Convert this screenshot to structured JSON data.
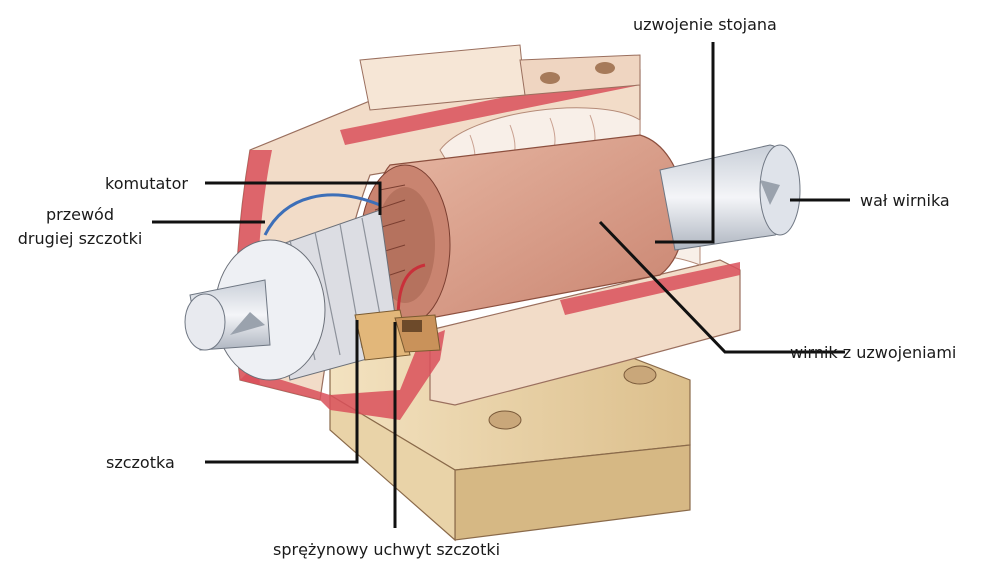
{
  "labels": {
    "stator_winding": "uzwojenie stojana",
    "commutator": "komutator",
    "second_brush_wire_line1": "przewód",
    "second_brush_wire_line2": "drugiej szczotki",
    "rotor_shaft": "wał wirnika",
    "rotor_with_windings": "wirnik z uzwojeniami",
    "brush": "szczotka",
    "spring_brush_holder": "sprężynowy uchwyt szczotki"
  },
  "colors": {
    "housing_red": "#d9505a",
    "housing_cream": "#f2dcc8",
    "rotor_copper": "#d08a74",
    "commutator_grey": "#dcdde3",
    "wire_blue": "#3d6fb8",
    "base_sand": "#e8cfa0",
    "leader_line": "#111111"
  }
}
